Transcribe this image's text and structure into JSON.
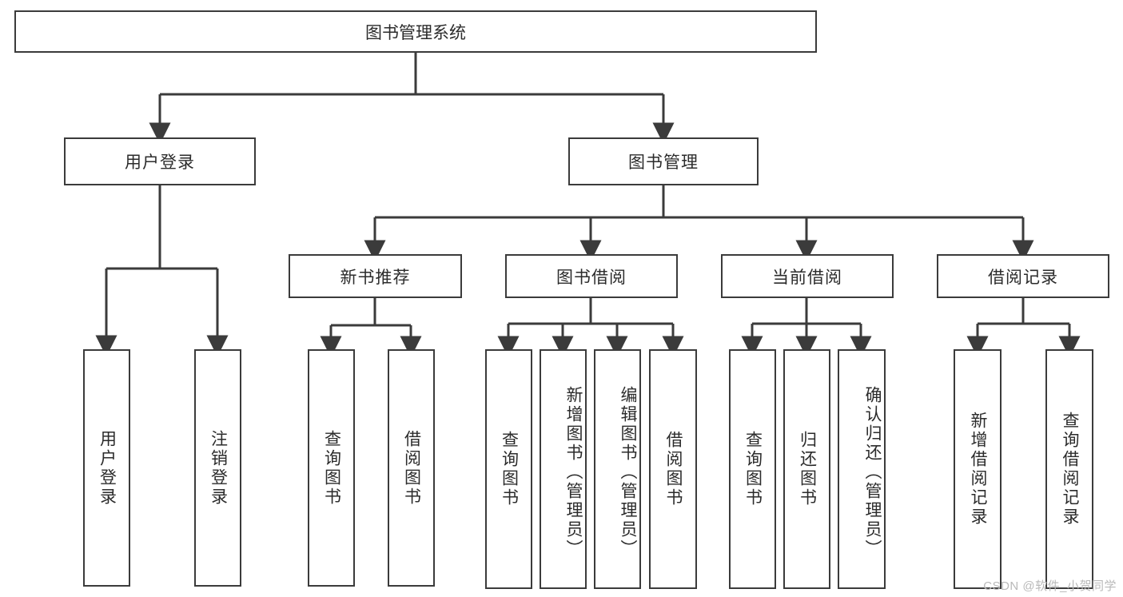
{
  "diagram": {
    "type": "tree-hierarchy-functional-decomposition",
    "root": {
      "label": "图书管理系统"
    },
    "level1": [
      {
        "label": "用户登录"
      },
      {
        "label": "图书管理"
      }
    ],
    "level2": [
      {
        "label": "新书推荐"
      },
      {
        "label": "图书借阅"
      },
      {
        "label": "当前借阅"
      },
      {
        "label": "借阅记录"
      }
    ],
    "leaves": {
      "user_login": [
        {
          "label": "用户登录"
        },
        {
          "label": "注销登录"
        }
      ],
      "new_book_recommend": [
        {
          "label": "查询图书"
        },
        {
          "label": "借阅图书"
        }
      ],
      "book_borrow": [
        {
          "label": "查询图书"
        },
        {
          "label": "新增图书（管理员）"
        },
        {
          "label": "编辑图书（管理员）"
        },
        {
          "label": "借阅图书"
        }
      ],
      "current_borrow": [
        {
          "label": "查询图书"
        },
        {
          "label": "归还图书"
        },
        {
          "label": "确认归还（管理员）"
        }
      ],
      "borrow_record": [
        {
          "label": "新增借阅记录"
        },
        {
          "label": "查询借阅记录"
        }
      ]
    }
  },
  "watermark": {
    "text": "CSDN @软件_小贺同学"
  },
  "colors": {
    "stroke": "#3b3b3b",
    "fill": "#ffffff",
    "text": "#2b2b2b",
    "watermark": "#b9b9b9"
  }
}
